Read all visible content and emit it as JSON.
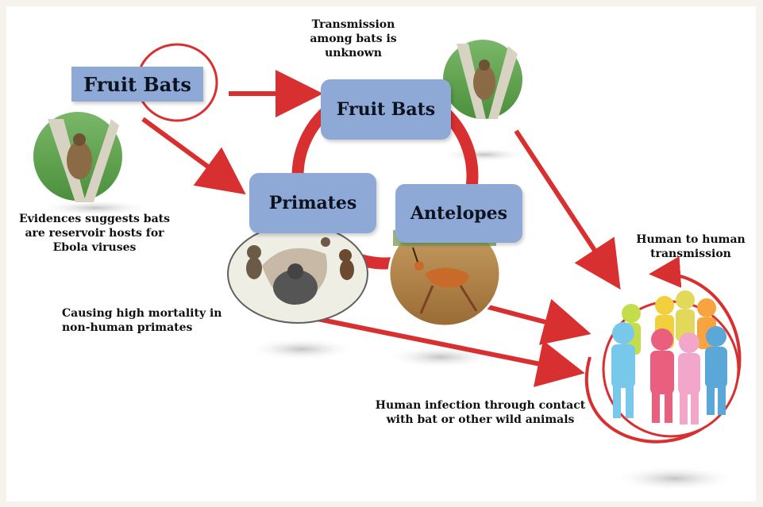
{
  "labels": {
    "fruit_bats_left": "Fruit Bats",
    "fruit_bats_center": "Fruit Bats",
    "primates": "Primates",
    "antelopes": "Antelopes"
  },
  "annotations": {
    "transmission_among_bats": "Transmission among bats is unknown",
    "evidence_reservoir": "Evidences suggests bats are reservoir hosts for Ebola viruses",
    "high_mortality": "Causing high mortality in non-human primates",
    "human_to_human": "Human to human transmission",
    "human_infection": "Human infection through contact with bat or other wild animals"
  },
  "icons": [
    "fruit-bat-photo",
    "fruit-bat-photo",
    "primates-photo",
    "antelope-photo",
    "human-crowd-icon"
  ],
  "colors": {
    "arrow": "#d83030",
    "box_fill": "#8fa9d6",
    "human_colors": [
      "#f2cf3c",
      "#f7a440",
      "#9fd3f0",
      "#77c8ea",
      "#ea5e7e",
      "#f2a6c9",
      "#5aa7d8",
      "#c3dd4b",
      "#e2d95a"
    ]
  }
}
